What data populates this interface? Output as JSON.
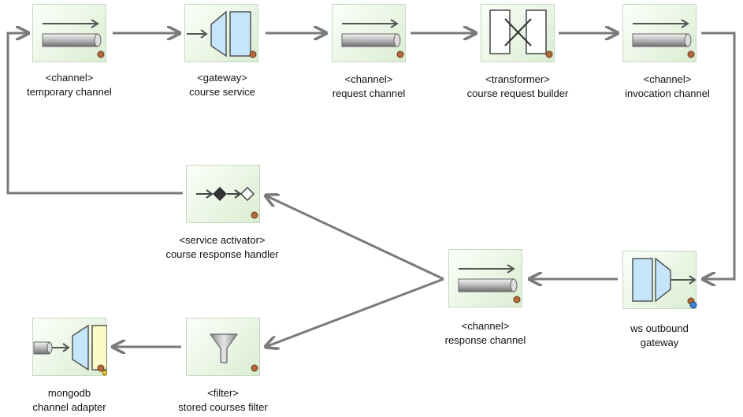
{
  "nodes": [
    {
      "id": "temporary-channel",
      "type": "<channel>",
      "name": "temporary channel",
      "icon": "channel-icon"
    },
    {
      "id": "course-service",
      "type": "<gateway>",
      "name": "course service",
      "icon": "gateway-icon"
    },
    {
      "id": "request-channel",
      "type": "<channel>",
      "name": "request channel",
      "icon": "channel-icon"
    },
    {
      "id": "course-request-builder",
      "type": "<transformer>",
      "name": "course request builder",
      "icon": "transformer-icon"
    },
    {
      "id": "invocation-channel",
      "type": "<channel>",
      "name": "invocation channel",
      "icon": "channel-icon"
    },
    {
      "id": "course-response-handler",
      "type": "<service activator>",
      "name": "course response handler",
      "icon": "service-activator-icon"
    },
    {
      "id": "response-channel",
      "type": "<channel>",
      "name": "response channel",
      "icon": "channel-icon"
    },
    {
      "id": "ws-outbound-gateway",
      "type": "",
      "name": "ws outbound",
      "name2": "gateway",
      "icon": "outbound-gateway-icon"
    },
    {
      "id": "mongodb-channel-adapter",
      "type": "",
      "name": "mongodb",
      "name2": "channel adapter",
      "icon": "channel-adapter-icon"
    },
    {
      "id": "stored-courses-filter",
      "type": "<filter>",
      "name": "stored courses filter",
      "icon": "filter-icon"
    }
  ],
  "colors": {
    "connector": "#7a7a7a",
    "node_fill": "#eaf5e4",
    "node_border": "#c9d7c2",
    "pipe": "#9a9a9a",
    "gateway_fill": "#c5e6fa"
  }
}
